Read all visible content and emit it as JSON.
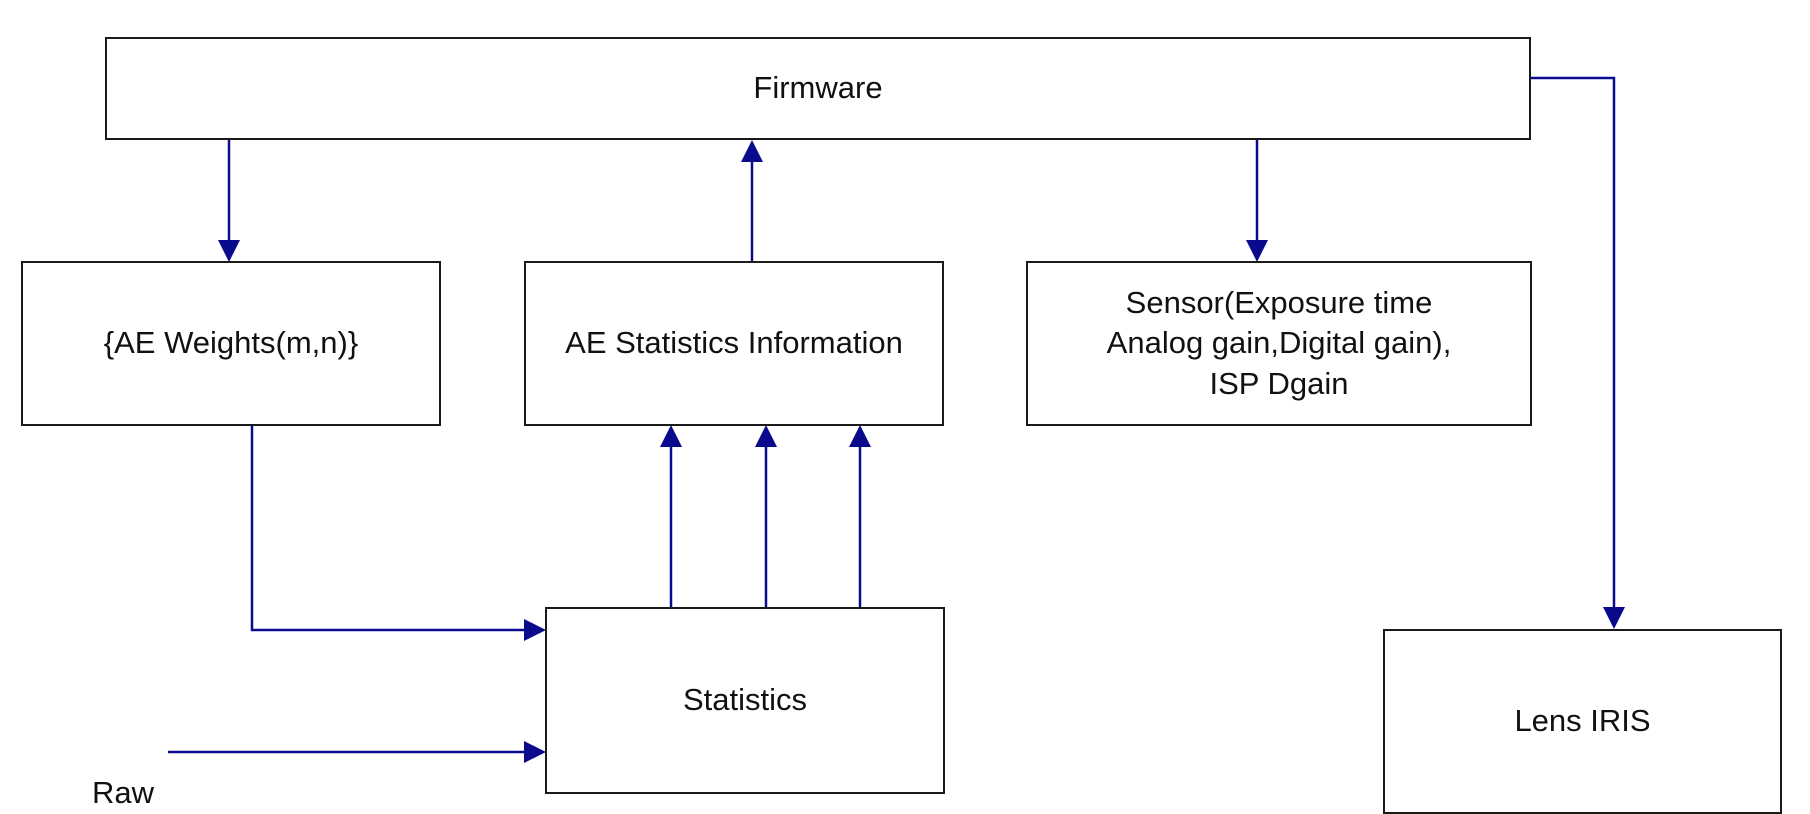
{
  "diagram": {
    "boxes": {
      "firmware": {
        "label": "Firmware"
      },
      "ae_weights": {
        "label": "{AE Weights(m,n)}"
      },
      "ae_stats_info": {
        "label": "AE Statistics Information"
      },
      "sensor": {
        "lines": [
          "Sensor(Exposure time",
          "Analog gain,Digital gain),",
          "ISP Dgain"
        ]
      },
      "statistics": {
        "label": "Statistics"
      },
      "lens_iris": {
        "label": "Lens IRIS"
      }
    },
    "input_label": "Raw",
    "connector_color": "#0a0a8c",
    "border_color": "#1a1a1a"
  }
}
